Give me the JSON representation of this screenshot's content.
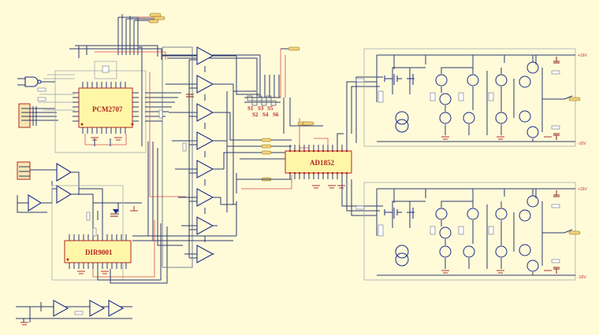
{
  "chips": {
    "pcm": "PCM2707",
    "dir": "DIR9001",
    "dac": "AD1852"
  },
  "switches": {
    "top": [
      "S1",
      "S3",
      "S5"
    ],
    "bottom": [
      "S2",
      "S4",
      "S6"
    ]
  },
  "rails": {
    "upper_pos": "+16V",
    "upper_neg": "-16V",
    "lower_pos": "+16V",
    "lower_neg": "-16V"
  }
}
